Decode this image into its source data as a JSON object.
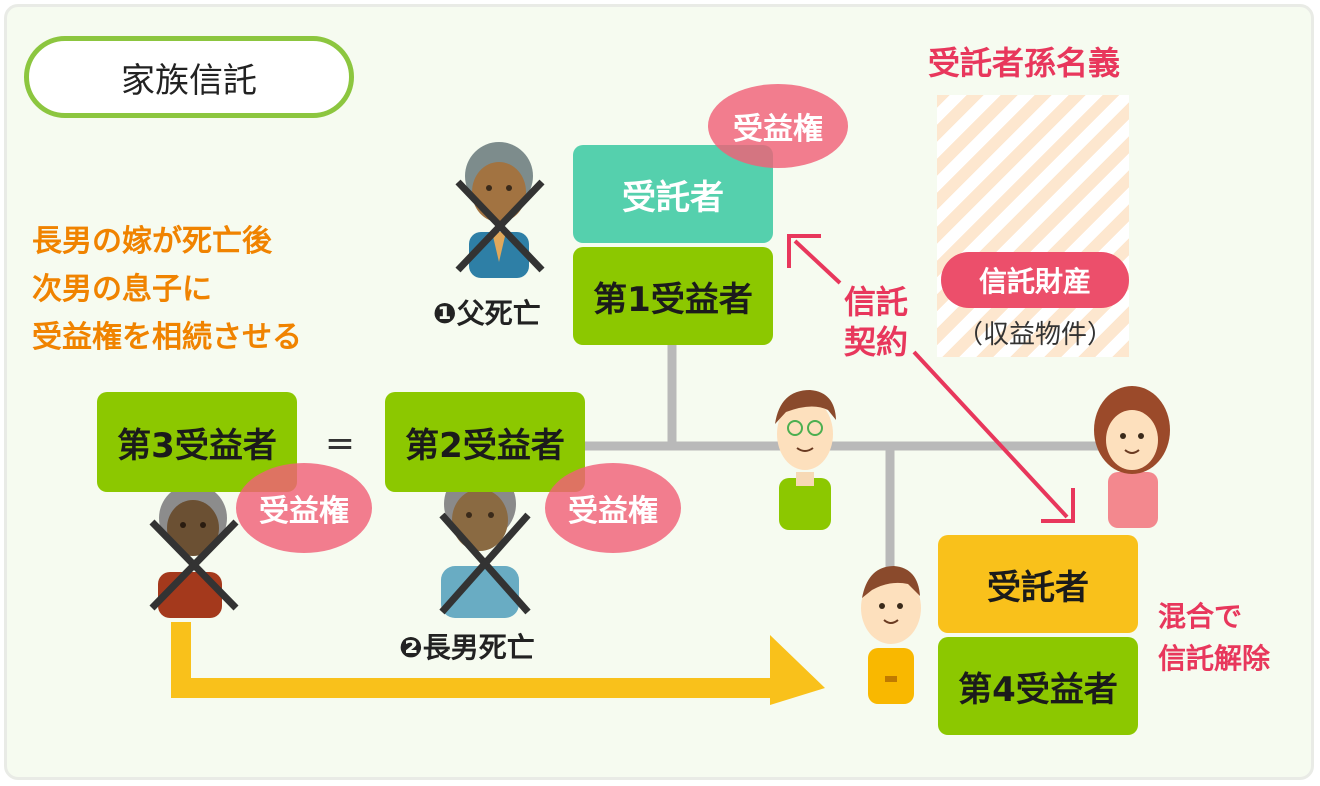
{
  "title": "家族信託",
  "caption": {
    "lines": [
      "長男の嫁が死亡後",
      "次男の息子に",
      "受益権を相続させる"
    ]
  },
  "trust": {
    "trustee_top": "受託者",
    "beneficiary_1": "第1受益者",
    "beneficiary_2": "第2受益者",
    "beneficiary_3": "第3受益者",
    "equals": "=",
    "trustee_bottom": "受託者",
    "beneficiary_4": "第4受益者",
    "right_badge": "受益権"
  },
  "events": {
    "father_death": "❶父死亡",
    "son_death": "❷長男死亡"
  },
  "contract": {
    "line1": "信託",
    "line2": "契約"
  },
  "dissolution": {
    "line1": "混合で",
    "line2": "信託解除"
  },
  "property": {
    "title": "受託者孫名義",
    "asset_label": "信託財産",
    "asset_note": "（収益物件）"
  },
  "colors": {
    "green": "#8cc800",
    "teal": "#55d0ad",
    "amber": "#f9c11b",
    "badge": "#f06078",
    "accent_pink": "#e8375c",
    "caption_orange": "#f08300",
    "title_border": "#8cc63f"
  },
  "icons": {
    "deceased_marker": "cross-mark-icon",
    "building": "apartment-building-icon",
    "arrow": "arrow-icon"
  }
}
